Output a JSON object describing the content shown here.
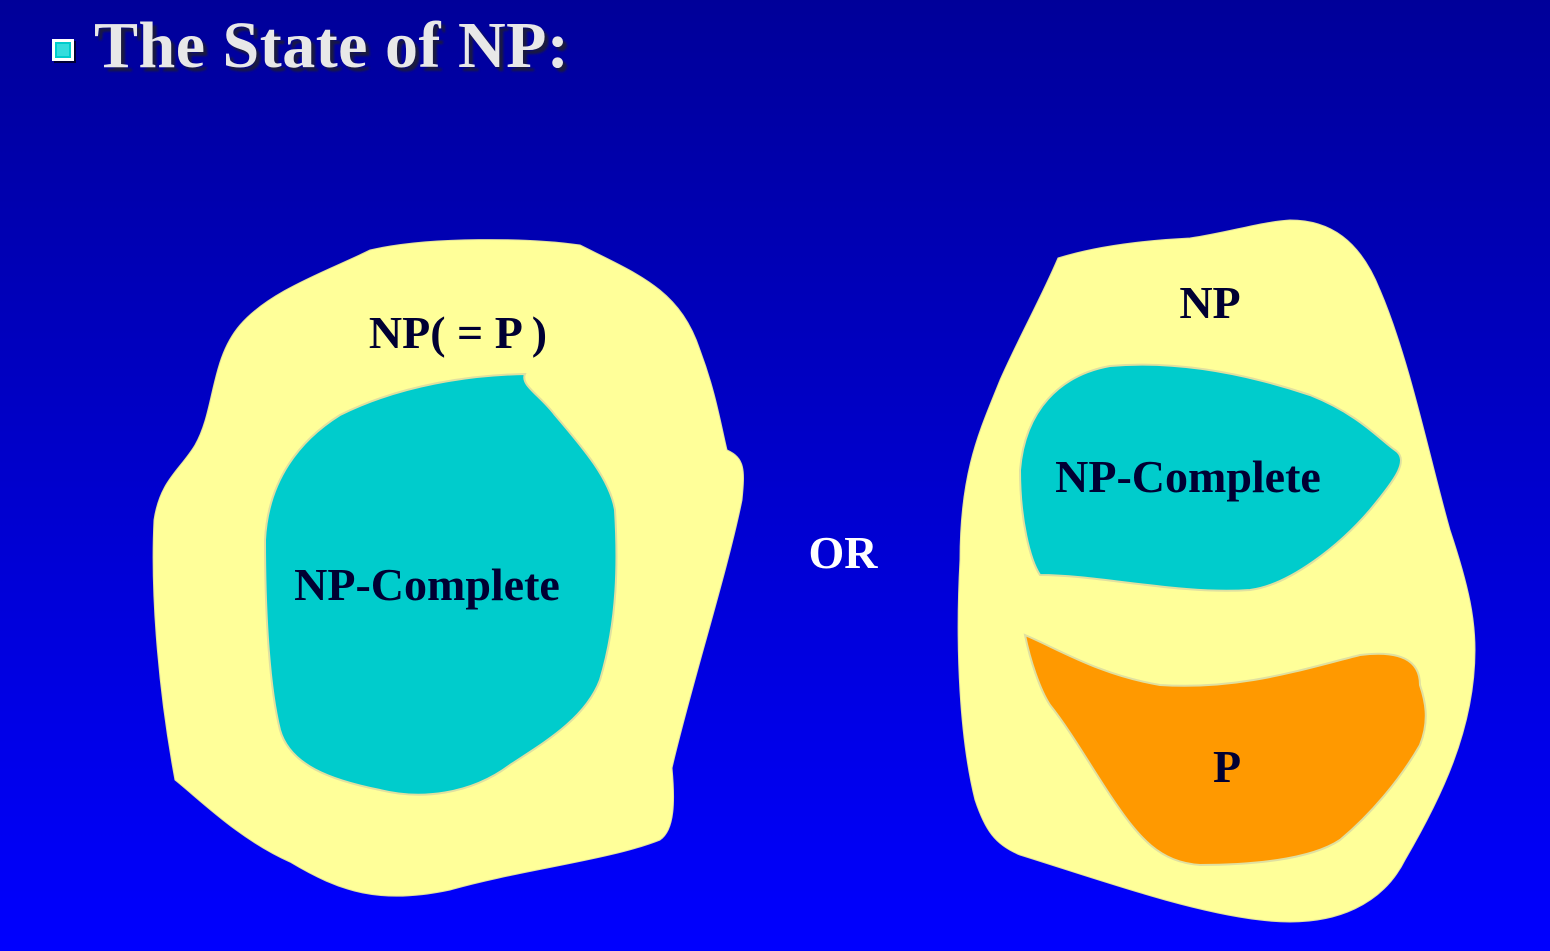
{
  "slide": {
    "title": "The State of NP:",
    "bullet_icon": "square-bullet-icon"
  },
  "left_diagram": {
    "outer_label": "NP( = P )",
    "inner_label": "NP-Complete"
  },
  "separator": {
    "label": "OR"
  },
  "right_diagram": {
    "outer_label": "NP",
    "npc_label": "NP-Complete",
    "p_label": "P"
  },
  "colors": {
    "background_top": "#000099",
    "background_bottom": "#0000ff",
    "np_region": "#ffff99",
    "np_complete_region": "#00cccc",
    "p_region": "#ff9900",
    "title_text": "#e8e8e8",
    "label_text": "#000033",
    "or_text": "#ffffff"
  }
}
